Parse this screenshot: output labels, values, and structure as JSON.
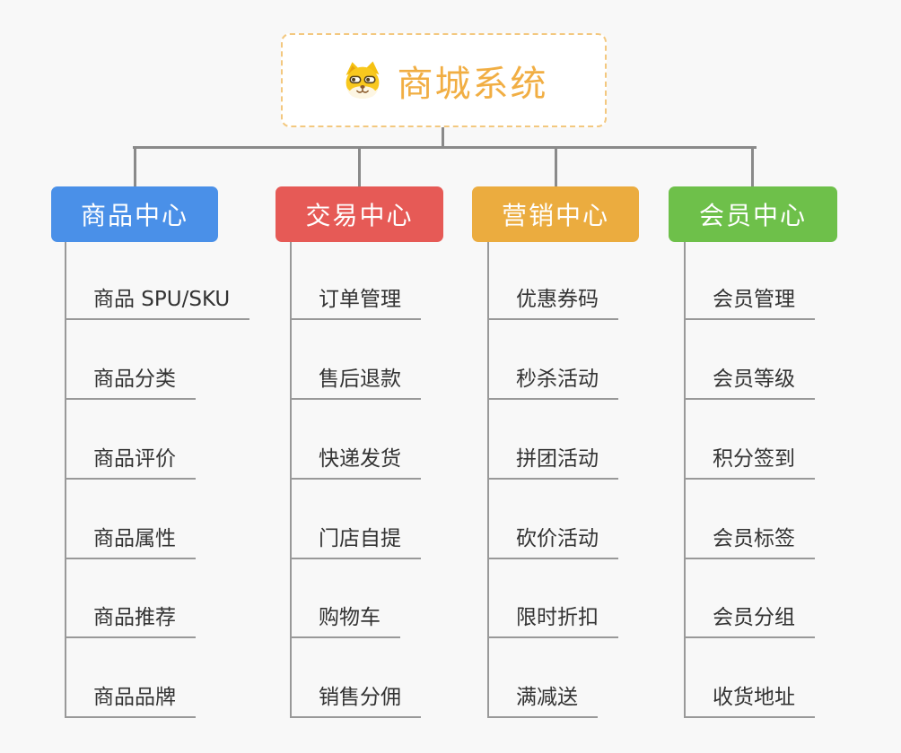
{
  "page": {
    "background": "#f8f8f8",
    "connector_color": "#8a8a8a",
    "leaf_line_color": "#999999"
  },
  "root": {
    "title": "商城系统",
    "icon": "shiba-dog-icon",
    "text_color": "#f1ae43",
    "border_color": "#f3c87f"
  },
  "branches": [
    {
      "label": "商品中心",
      "color": "#4a90e8",
      "items": [
        "商品 SPU/SKU",
        "商品分类",
        "商品评价",
        "商品属性",
        "商品推荐",
        "商品品牌"
      ]
    },
    {
      "label": "交易中心",
      "color": "#e65a56",
      "items": [
        "订单管理",
        "售后退款",
        "快递发货",
        "门店自提",
        "购物车",
        "销售分佣"
      ]
    },
    {
      "label": "营销中心",
      "color": "#ebac3f",
      "items": [
        "优惠券码",
        "秒杀活动",
        "拼团活动",
        "砍价活动",
        "限时折扣",
        "满减送"
      ]
    },
    {
      "label": "会员中心",
      "color": "#6ec04a",
      "items": [
        "会员管理",
        "会员等级",
        "积分签到",
        "会员标签",
        "会员分组",
        "收货地址"
      ]
    }
  ]
}
